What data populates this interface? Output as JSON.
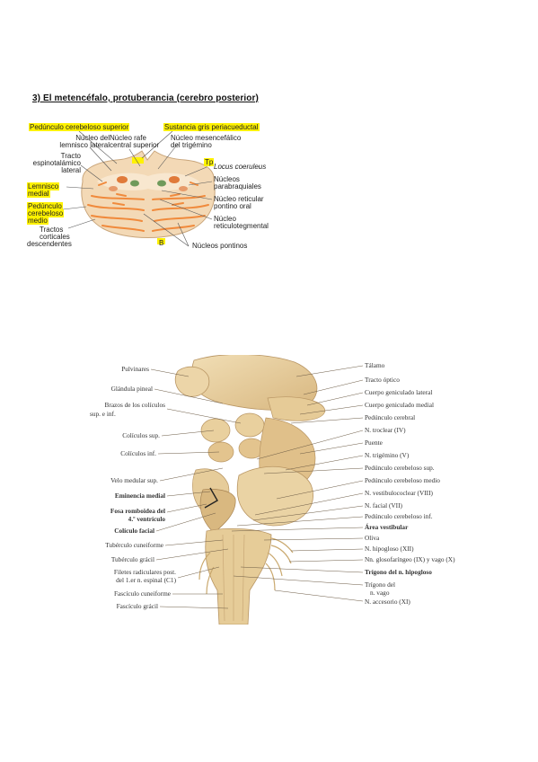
{
  "heading": "3) El metencéfalo, protuberancia (cerebro posterior)",
  "colors": {
    "highlight": "#fff200",
    "tissue": "#f3d9b6",
    "fibers": "#f08a3c",
    "brainstem": "#e8cf9c"
  },
  "fig1": {
    "labels": {
      "ped_sup": "Pedúnculo cerebeloso superior",
      "sustancia": "Sustancia gris periacueductal",
      "nuc_lem_1": "Núcleo del",
      "nuc_lem_2": "lemnisco lateral",
      "nuc_rafe_1": "Núcleo rafe",
      "nuc_rafe_2": "central superior",
      "nuc_mes_1": "Núcleo mesencefálico",
      "nuc_mes_2": "del trigémino",
      "tracto_esp_1": "Tracto",
      "tracto_esp_2": "espinotalámico",
      "tracto_esp_3": "lateral",
      "tp": "Tp",
      "locus": "Locus coeruleus",
      "lemnisco_1": "Lemnisco",
      "lemnisco_2": "medial",
      "nuc_para_1": "Núcleos",
      "nuc_para_2": "parabraquiales",
      "ped_med_1": "Pedúnculo",
      "ped_med_2": "cerebeloso",
      "ped_med_3": "medio",
      "nuc_ret_1": "Núcleo reticular",
      "nuc_ret_2": "pontino oral",
      "tractos_1": "Tractos",
      "tractos_2": "corticales",
      "tractos_3": "descendentes",
      "nuc_retteg_1": "Núcleo",
      "nuc_retteg_2": "reticulotegmental",
      "b": "B",
      "nuc_pont": "Núcleos pontinos"
    }
  },
  "fig2": {
    "left": [
      "Pulvinares",
      "Glándula pineal",
      "Brazos de los colículos",
      "sup. e inf.",
      "Colículos sup.",
      "Colículos inf.",
      "Velo medular sup.",
      "Eminencia medial",
      "Fosa romboidea del",
      "4.º ventrículo",
      "Colículo facial",
      "Tubérculo cuneiforme",
      "Tubérculo grácil",
      "Filetes radiculares post.",
      "del 1.er n. espinal (C1)",
      "Fascículo cuneiforme",
      "Fascículo grácil"
    ],
    "right": [
      "Tálamo",
      "Tracto óptico",
      "Cuerpo geniculado lateral",
      "Cuerpo geniculado medial",
      "Pedúnculo cerebral",
      "N. troclear (IV)",
      "Puente",
      "N. trigémino (V)",
      "Pedúnculo cerebeloso sup.",
      "Pedúnculo cerebeloso medio",
      "N. vestibulococlear (VIII)",
      "N. facial (VII)",
      "Pedúnculo cerebeloso inf.",
      "Área vestibular",
      "Oliva",
      "N. hipogloso (XII)",
      "Nn. glosofaríngeo (IX) y vago (X)",
      "Trígono del n. hipogloso",
      "Trígono del",
      "n. vago",
      "N. accesorio (XI)"
    ]
  }
}
